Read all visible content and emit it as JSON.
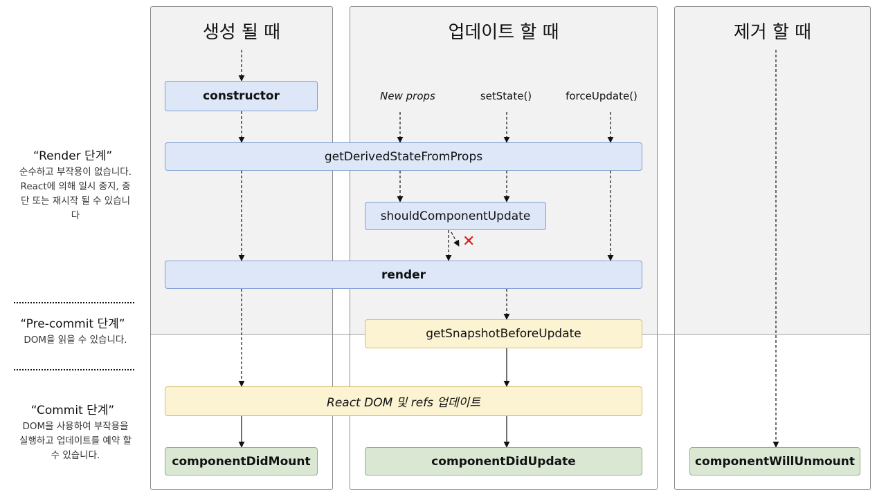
{
  "phases": {
    "mount": "생성 될 때",
    "update": "업데이트 할 때",
    "unmount": "제거 할 때"
  },
  "triggers": {
    "new_props": "New props",
    "set_state": "setState()",
    "force_update": "forceUpdate()"
  },
  "boxes": {
    "constructor": "constructor",
    "get_derived_state": "getDerivedStateFromProps",
    "should_component_update": "shouldComponentUpdate",
    "render": "render",
    "get_snapshot": "getSnapshotBeforeUpdate",
    "react_dom_update": "React DOM 및 refs 업데이트",
    "did_mount": "componentDidMount",
    "did_update": "componentDidUpdate",
    "will_unmount": "componentWillUnmount"
  },
  "stages": {
    "render_title": "“Render 단계”",
    "render_desc": "순수하고 부작용이 없습니다. React에 의해 일시 중지, 중단 또는 재시작 될 수 있습니다",
    "precommit_title": "“Pre-commit 단계”",
    "precommit_desc": "DOM을 읽을 수 있습니다.",
    "commit_title": "“Commit 단계”",
    "commit_desc": "DOM을 사용하여 부작용을 실행하고 업데이트를 예약 할 수 있습니다."
  },
  "icons": {
    "cancel": "cross-icon"
  },
  "colors": {
    "render_phase_fill": "#dde7f8",
    "precommit_fill": "#fcf3d2",
    "commit_fill": "#d9e7d3",
    "cancel": "#dd1a1a"
  }
}
